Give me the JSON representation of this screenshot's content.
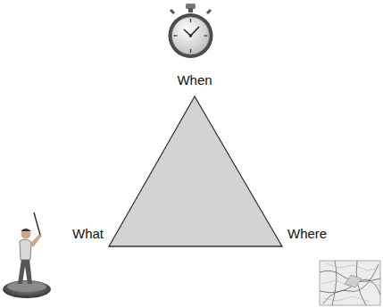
{
  "diagram": {
    "labels": [
      "When",
      "What",
      "Where"
    ]
  }
}
